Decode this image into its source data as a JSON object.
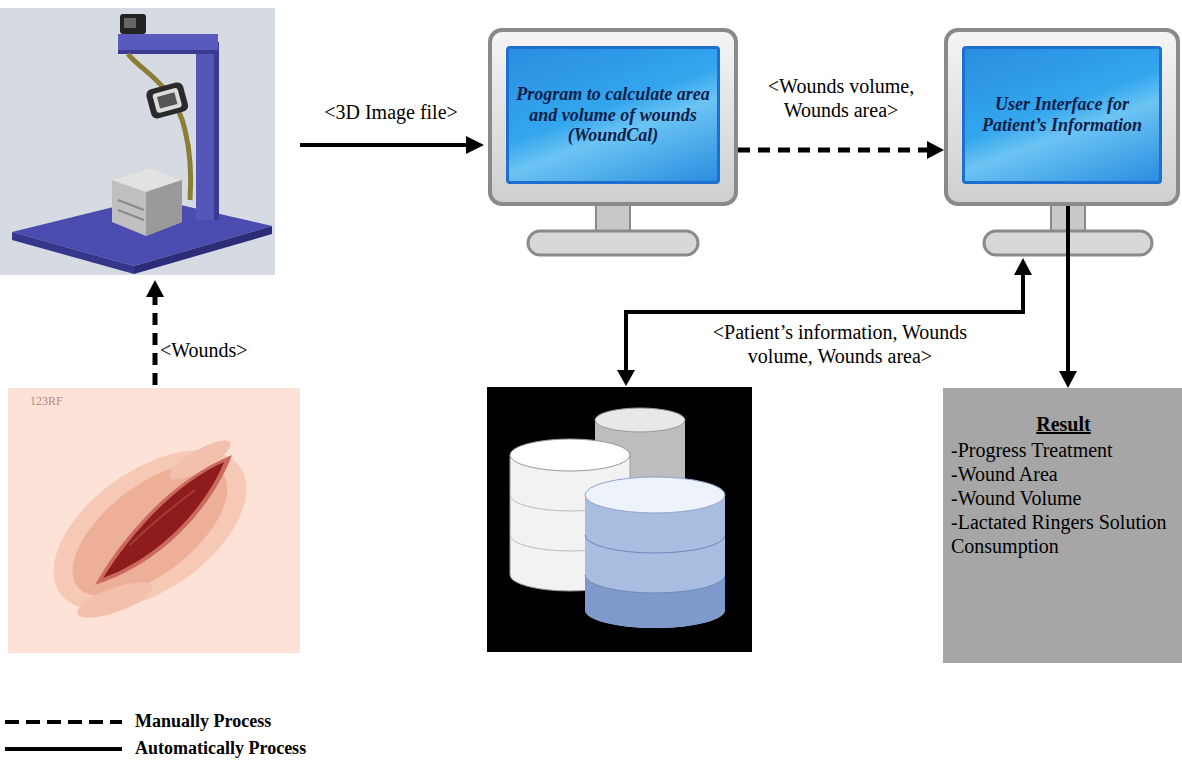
{
  "diagram": {
    "nodes": [
      {
        "text": [
          "Program to calculate area and volume of wounds (WoundCal)"
        ]
      },
      {
        "text": [
          "User Interface for Patient’s Information"
        ]
      },
      {
        "text": [
          "Result",
          "-Progress Treatment",
          "-Wound Area",
          "-Wound Volume",
          "-Lactated Ringers Solution Consumption"
        ]
      }
    ],
    "edges": [
      {
        "from": 0,
        "to": 1,
        "label": "<Wounds volume, Wounds area>",
        "arrow": "to"
      },
      {
        "from": 1,
        "to": 2,
        "arrow": "to"
      }
    ],
    "labels": [
      "<3D Image file>",
      "<Wounds>",
      "<Patient’s information, Wounds volume, Wounds area>",
      "123RF"
    ],
    "legend": [
      {
        "text": "Manually Process"
      },
      {
        "text": "Automatically Process"
      }
    ]
  }
}
